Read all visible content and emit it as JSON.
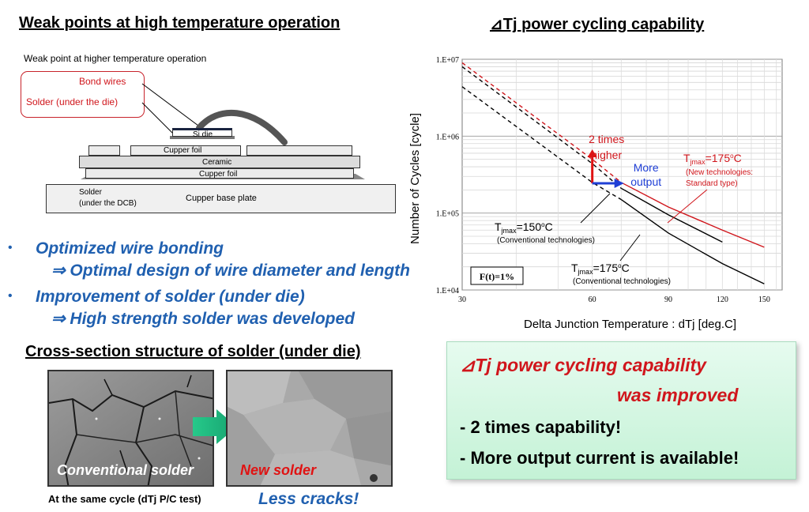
{
  "left_title": "Weak points at high temperature operation",
  "right_title": "⊿Tj power cycling capability",
  "diagram": {
    "caption": "Weak point at higher temperature operation",
    "callout_bond": "Bond wires",
    "callout_solder": "Solder (under the die)",
    "si_die": "Si die",
    "copper_foil_top": "Cupper foil",
    "ceramic": "Ceramic",
    "copper_foil_bottom": "Cupper foil",
    "solder_dcb_1": "Solder",
    "solder_dcb_2": "(under  the DCB)",
    "base_plate": "Cupper base plate"
  },
  "bullets": [
    {
      "marker": "•",
      "main": "Optimized wire bonding",
      "sub": "⇒ Optimal design of wire diameter and length"
    },
    {
      "marker": "•",
      "main": "Improvement of solder (under die)",
      "sub": "⇒ High strength solder was developed"
    }
  ],
  "cross_section": {
    "title": "Cross-section structure of solder (under die)",
    "conventional_label": "Conventional solder",
    "new_label": "New solder",
    "note": "At the same cycle (dTj P/C test)",
    "less_cracks": "Less cracks!"
  },
  "summary": {
    "line1": "⊿Tj power cycling capability",
    "line2": "was improved",
    "line3": "- 2 times capability!",
    "line4": "- More output current is available!"
  },
  "chart_data": {
    "type": "line",
    "xlabel": "Delta Junction Temperature : dTj [deg.C]",
    "ylabel": "Number of Cycles  [cycle]",
    "x_scale": "log",
    "y_scale": "log",
    "xlim": [
      30,
      165
    ],
    "ylim": [
      10000,
      10000000
    ],
    "x_ticks": [
      30,
      60,
      90,
      120,
      150
    ],
    "y_ticks": [
      "1.E+04",
      "1.E+05",
      "1.E+06",
      "1.E+07"
    ],
    "series": [
      {
        "points": [
          [
            30,
            9000000
          ],
          [
            60,
            500000
          ],
          [
            70,
            250000
          ],
          [
            90,
            120000
          ],
          [
            120,
            60000
          ],
          [
            150,
            36000
          ]
        ],
        "color": "#d0161c"
      },
      {
        "points": [
          [
            30,
            8000000
          ],
          [
            60,
            440000
          ],
          [
            70,
            210000
          ],
          [
            90,
            95000
          ],
          [
            120,
            42000
          ]
        ],
        "color": "#000000"
      },
      {
        "points": [
          [
            30,
            4400000
          ],
          [
            60,
            250000
          ],
          [
            70,
            150000
          ],
          [
            90,
            55000
          ],
          [
            120,
            22000
          ],
          [
            150,
            12000
          ]
        ],
        "color": "#000000"
      }
    ],
    "annotations": {
      "f_label": "F(t)=1%",
      "red_title_pre": "T",
      "red_title_sub": "jmax",
      "red_title_post": "=175",
      "red_title_sup": "o",
      "red_title_unit": "C",
      "red_note_1": "(New technologies:",
      "red_note_2": "Standard type)",
      "mid_title_pre": "T",
      "mid_title_sub": "jmax",
      "mid_title_post": "=150",
      "mid_title_sup": "o",
      "mid_title_unit": "C",
      "mid_note": "(Conventional technologies)",
      "low_title_pre": "T",
      "low_title_sub": "jmax",
      "low_title_post": "=175",
      "low_title_sup": "o",
      "low_title_unit": "C",
      "low_note": "(Conventional technologies)",
      "two_times_1": "2 times",
      "two_times_2": "higher",
      "more_output_1": "More",
      "more_output_2": "output"
    },
    "grid": true,
    "legend": "none"
  }
}
